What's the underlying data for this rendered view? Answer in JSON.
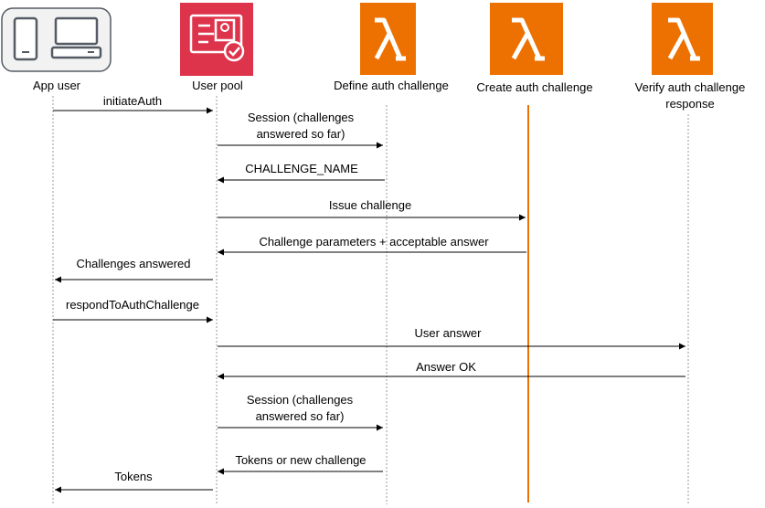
{
  "participants": [
    {
      "label": "App user",
      "icon": "devices-icon"
    },
    {
      "label": "User pool",
      "icon": "user-pool-icon"
    },
    {
      "label": "Define auth challenge",
      "icon": "lambda-icon"
    },
    {
      "label": "Create auth challenge",
      "icon": "lambda-icon"
    },
    {
      "label": "Verify auth challenge",
      "label2": "response",
      "icon": "lambda-icon"
    }
  ],
  "messages": [
    {
      "lines": [
        "initiateAuth"
      ],
      "from": 0,
      "to": 1
    },
    {
      "lines": [
        "Session (challenges",
        "answered so far)"
      ],
      "from": 1,
      "to": 2
    },
    {
      "lines": [
        "CHALLENGE_NAME"
      ],
      "from": 2,
      "to": 1
    },
    {
      "lines": [
        "Issue challenge"
      ],
      "from": 1,
      "to": 3
    },
    {
      "lines": [
        "Challenge parameters + acceptable answer"
      ],
      "from": 3,
      "to": 1
    },
    {
      "lines": [
        "Challenges answered"
      ],
      "from": 1,
      "to": 0
    },
    {
      "lines": [
        "respondToAuthChallenge"
      ],
      "from": 0,
      "to": 1
    },
    {
      "lines": [
        "User answer"
      ],
      "from": 1,
      "to": 4
    },
    {
      "lines": [
        "Answer OK"
      ],
      "from": 4,
      "to": 1
    },
    {
      "lines": [
        "Session (challenges",
        "answered so far)"
      ],
      "from": 1,
      "to": 2
    },
    {
      "lines": [
        "Tokens or new challenge"
      ],
      "from": 2,
      "to": 1
    },
    {
      "lines": [
        "Tokens"
      ],
      "from": 1,
      "to": 0
    }
  ],
  "colors": {
    "user_pool": "#DD344C",
    "lambda": "#ED7100",
    "active_lifeline": "#ED7100",
    "devices_bg": "#F2F2F2",
    "devices_stroke": "#545B64"
  }
}
